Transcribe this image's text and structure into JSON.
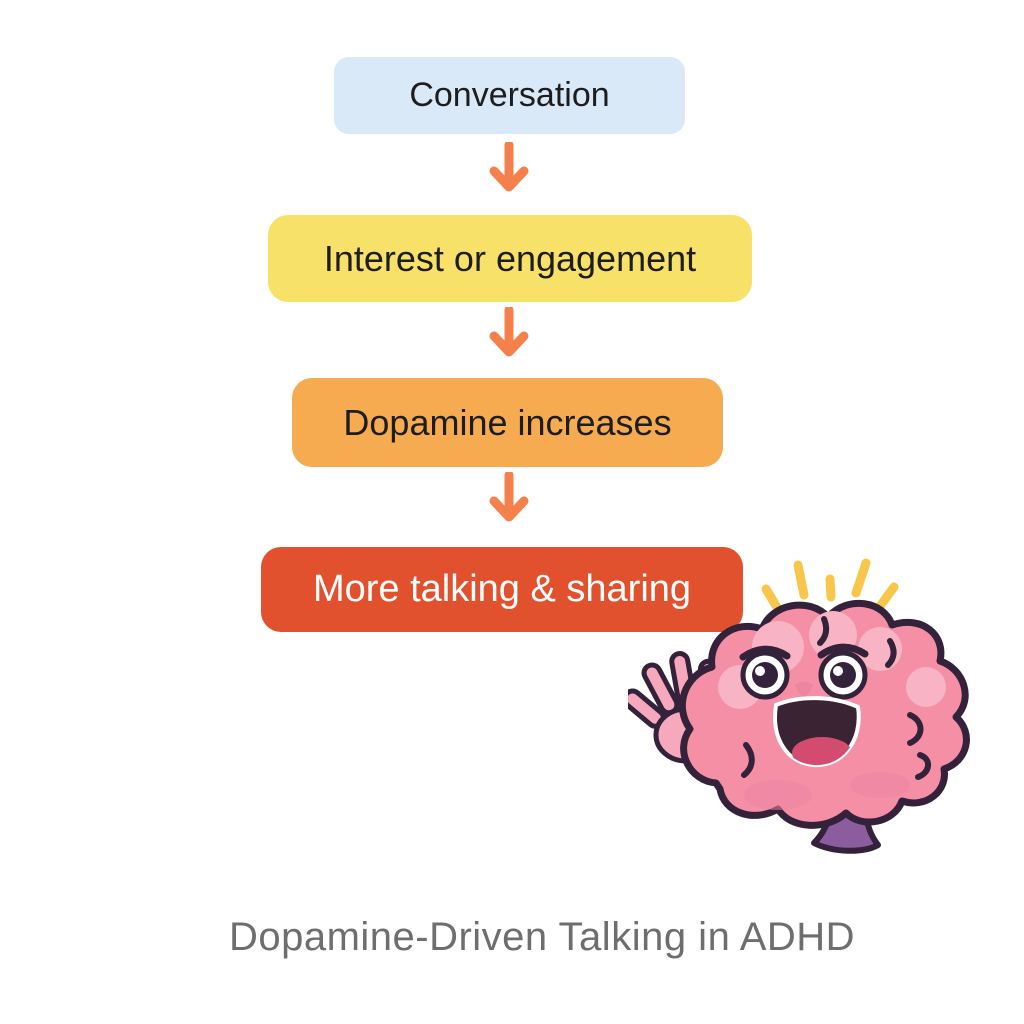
{
  "page": {
    "background": "#FFFFFF"
  },
  "flowchart": {
    "steps": [
      {
        "label": "Conversation",
        "bg": "#D9E9F8",
        "text_color": "#1D1D1F"
      },
      {
        "label": "Interest or engagement",
        "bg": "#F8E169",
        "text_color": "#1D1D1F"
      },
      {
        "label": "Dopamine increases",
        "bg": "#F6AB51",
        "text_color": "#1D1D1F"
      },
      {
        "label": "More talking & sharing",
        "bg": "#E1512E",
        "text_color": "#FFFFFF"
      }
    ],
    "arrow_color": "#F5804C"
  },
  "caption": {
    "text": "Dopamine-Driven Talking in ADHD",
    "color": "#6E6E6E"
  },
  "illustration": {
    "name": "happy-waving-brain-character",
    "brain_pink": "#F48FA6",
    "brain_pink_light": "#F8B3C4",
    "brain_pink_shade": "#EC85A0",
    "hand_pink": "#F6A9BC",
    "outline": "#33223A",
    "stem_purple": "#8B5C9E",
    "sparkle_yellow": "#F7C64B",
    "mouth_dark": "#3A2433",
    "tongue": "#D34C70"
  }
}
